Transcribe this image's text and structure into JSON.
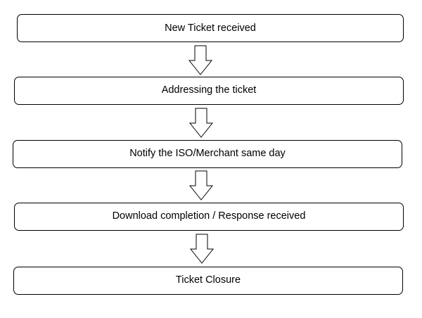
{
  "flowchart": {
    "steps": [
      {
        "label": "New Ticket received"
      },
      {
        "label": "Addressing the ticket"
      },
      {
        "label": "Notify the ISO/Merchant same day"
      },
      {
        "label": "Download completion / Response received"
      },
      {
        "label": "Ticket Closure"
      }
    ],
    "connectors": [
      {
        "icon": "down-arrow-icon"
      },
      {
        "icon": "down-arrow-icon"
      },
      {
        "icon": "down-arrow-icon"
      },
      {
        "icon": "down-arrow-icon"
      }
    ],
    "colors": {
      "stroke": "#000000",
      "fill": "#ffffff",
      "text": "#000000"
    }
  }
}
